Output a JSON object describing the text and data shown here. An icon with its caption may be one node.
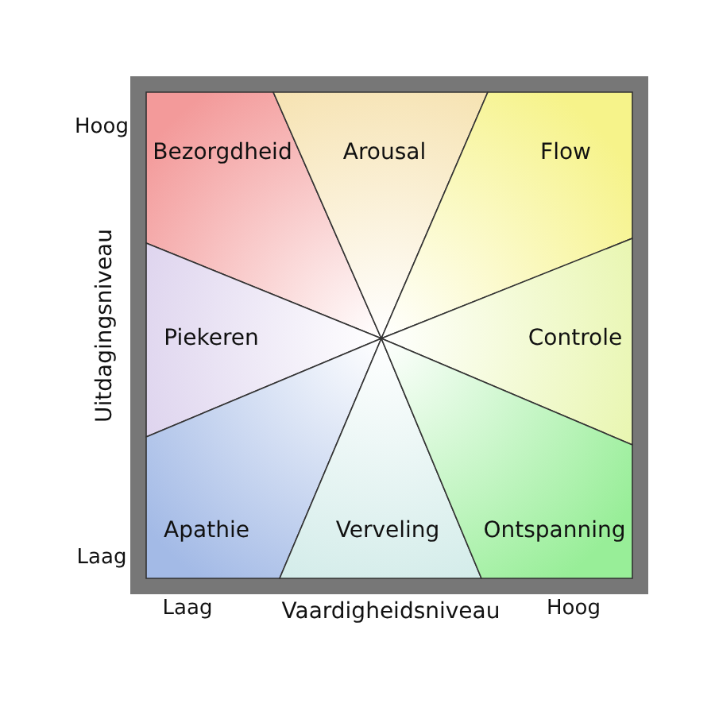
{
  "diagram": {
    "nodes": [
      {
        "text": [
          "Bezorgdheid"
        ]
      },
      {
        "text": [
          "Arousal"
        ]
      },
      {
        "text": [
          "Flow"
        ]
      },
      {
        "text": [
          "Piekeren"
        ]
      },
      {
        "text": [
          "Controle"
        ]
      },
      {
        "text": [
          "Apathie"
        ]
      },
      {
        "text": [
          "Verveling"
        ]
      },
      {
        "text": [
          "Ontspanning"
        ]
      }
    ],
    "labels": [
      "Hoog",
      "Uitdagingsniveau",
      "Laag",
      "Laag",
      "Vaardigheidsniveau",
      "Hoog"
    ]
  }
}
